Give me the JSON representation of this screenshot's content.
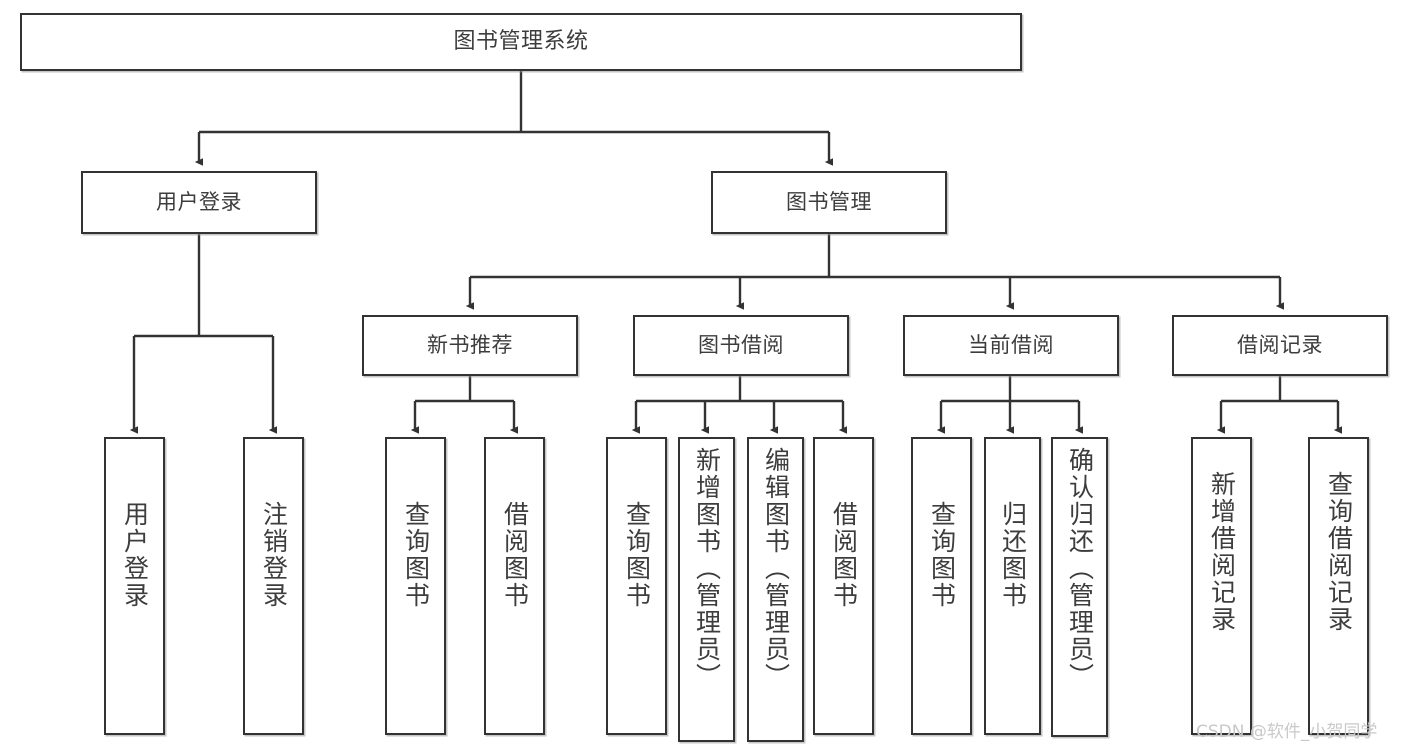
{
  "diagram": {
    "title": "图书管理系统",
    "watermark": "CSDN @软件_小贺同学",
    "colors": {
      "box_border": "#333333",
      "text": "#3d3d3d",
      "line": "#333333",
      "background": "#ffffff",
      "watermark": "#c9c9c9"
    },
    "nodes": {
      "root": {
        "label": "图书管理系统"
      },
      "level2": [
        {
          "label": "用户登录"
        },
        {
          "label": "图书管理"
        }
      ],
      "level3": [
        {
          "label": "新书推荐"
        },
        {
          "label": "图书借阅"
        },
        {
          "label": "当前借阅"
        },
        {
          "label": "借阅记录"
        }
      ],
      "leaves": {
        "user_login": [
          {
            "label": "用户登录"
          },
          {
            "label": "注销登录"
          }
        ],
        "new_book": [
          {
            "label": "查询图书"
          },
          {
            "label": "借阅图书"
          }
        ],
        "book_borrow": [
          {
            "label": "查询图书"
          },
          {
            "label": "新增图书（管理员）"
          },
          {
            "label": "编辑图书（管理员）"
          },
          {
            "label": "借阅图书"
          }
        ],
        "current_borrow": [
          {
            "label": "查询图书"
          },
          {
            "label": "归还图书"
          },
          {
            "label": "确认归还（管理员）"
          }
        ],
        "borrow_record": [
          {
            "label": "新增借阅记录"
          },
          {
            "label": "查询借阅记录"
          }
        ]
      }
    }
  }
}
